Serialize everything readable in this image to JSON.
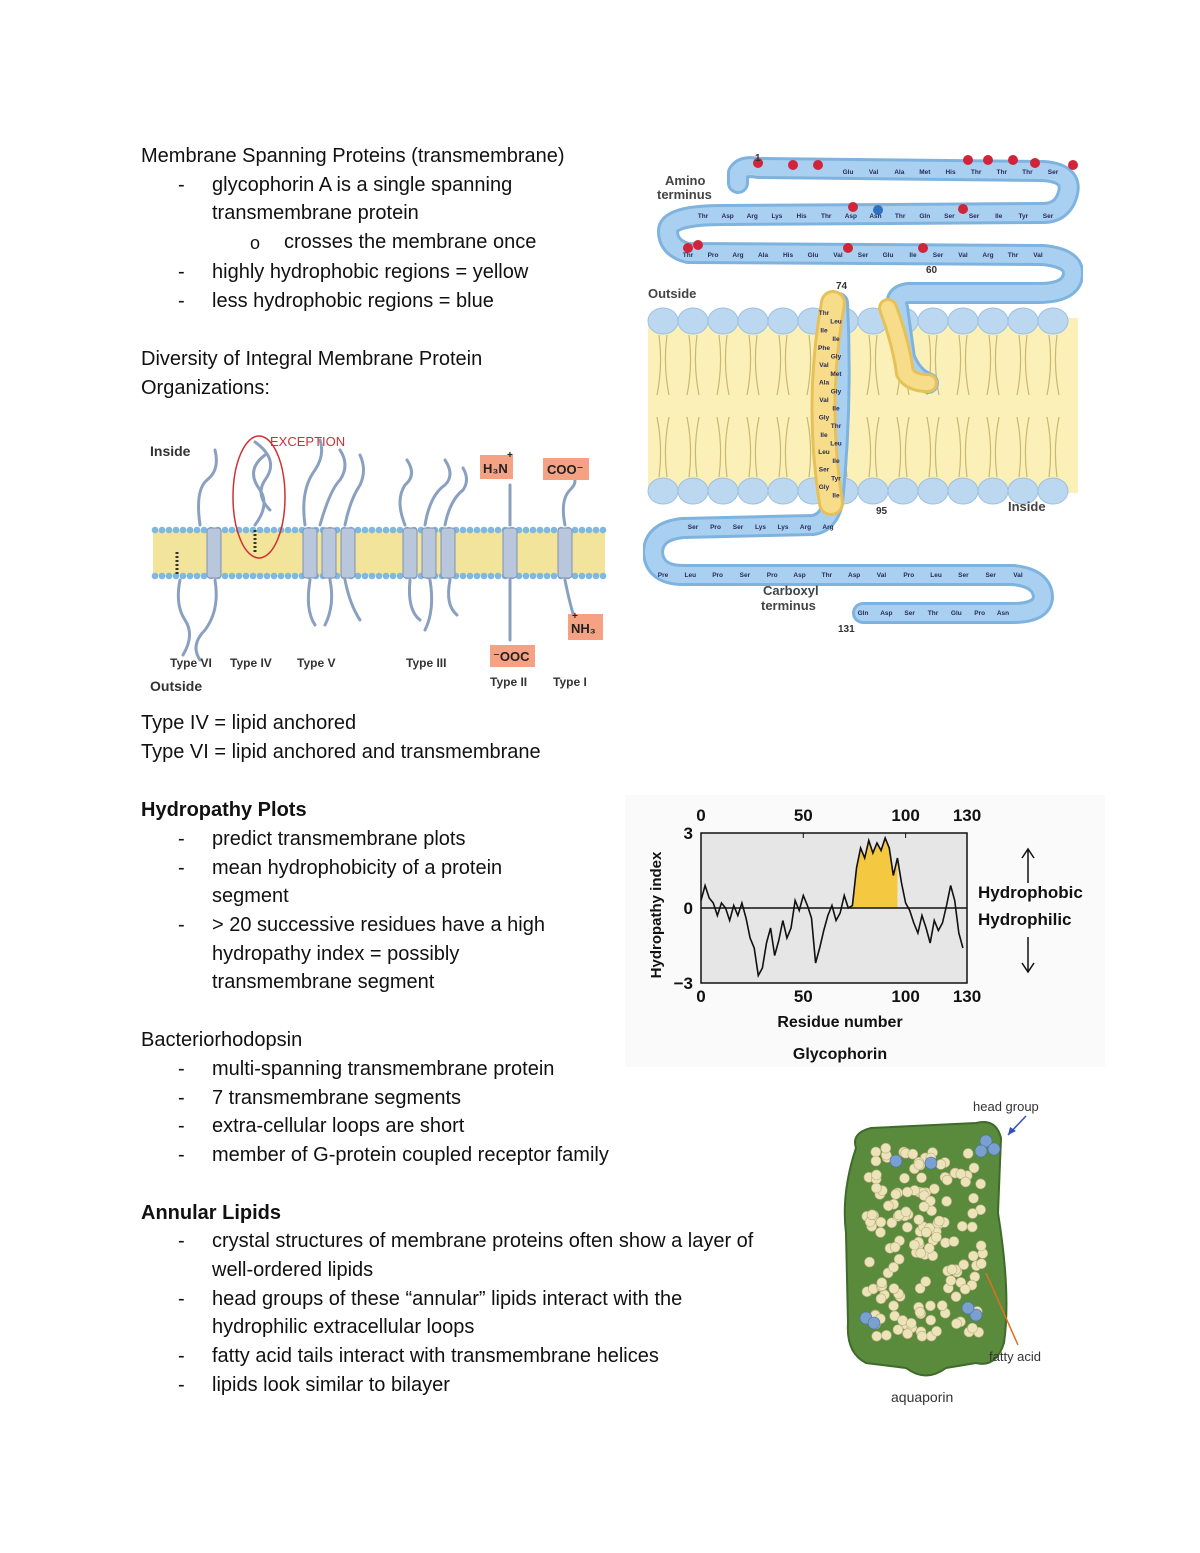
{
  "sections": {
    "membrane_spanning": {
      "heading": "Membrane Spanning Proteins (transmembrane)",
      "bullets": [
        "glycophorin A is a single spanning",
        "transmembrane protein",
        "highly hydrophobic regions = yellow",
        "less hydrophobic regions = blue"
      ],
      "sub_bullet": "crosses the membrane once",
      "sub_marker": "o"
    },
    "diversity": {
      "heading_line1": "Diversity of Integral Membrane Protein",
      "heading_line2": "Organizations:",
      "note1": "Type IV = lipid anchored",
      "note2": "Type VI = lipid anchored and transmembrane"
    },
    "hydropathy": {
      "heading": "Hydropathy Plots",
      "lines": [
        "predict transmembrane plots",
        "mean hydrophobicity of a protein",
        "segment",
        "> 20 successive residues have a high",
        "hydropathy index = possibly",
        "transmembrane segment"
      ]
    },
    "bacteriorhodopsin": {
      "heading": "Bacteriorhodopsin",
      "lines": [
        "multi-spanning transmembrane protein",
        "7 transmembrane segments",
        "extra-cellular loops are short",
        "member of G-protein coupled receptor family"
      ]
    },
    "annular": {
      "heading": "Annular Lipids",
      "lines": [
        "crystal structures of membrane proteins often show a layer of",
        "well-ordered lipids",
        "head groups of these “annular” lipids interact with the",
        "hydrophilic extracellular loops",
        "fatty acid tails interact with transmembrane helices",
        "lipids look similar to bilayer"
      ]
    },
    "dash": "-"
  },
  "glycophorin_fig": {
    "amino": "Amino",
    "terminus": "terminus",
    "outside": "Outside",
    "inside": "Inside",
    "carboxyl": "Carboxyl",
    "carboxyl_terminus": "terminus",
    "n1": "1",
    "n60": "60",
    "n74": "74",
    "n95": "95",
    "n131": "131",
    "top_row": [
      "Glu",
      "Val",
      "Ala",
      "Met",
      "His",
      "Thr",
      "Thr",
      "Thr",
      "Ser"
    ],
    "row2": [
      "Thr",
      "Asp",
      "Arg",
      "Lys",
      "His",
      "Thr",
      "Asp",
      "Asn",
      "Thr",
      "Gln",
      "Ser",
      "Ser",
      "Ile",
      "Tyr",
      "Ser"
    ],
    "row3": [
      "Thr",
      "Pro",
      "Arg",
      "Ala",
      "His",
      "Glu",
      "Val",
      "Ser",
      "Glu",
      "Ile",
      "Ser",
      "Val",
      "Arg",
      "Thr",
      "Val"
    ],
    "helix_left": [
      "Thr",
      "Leu",
      "Ile",
      "Ile",
      "Phe",
      "Gly",
      "Val",
      "Met",
      "Ala",
      "Gly",
      "Val",
      "Ile",
      "Gly",
      "Thr",
      "Ile",
      "Leu",
      "Leu",
      "Ile",
      "Ser",
      "Tyr",
      "Gly",
      "Ile"
    ],
    "bottom_row1": [
      "Ser",
      "Pro",
      "Ser",
      "Lys",
      "Lys",
      "Arg",
      "Arg"
    ],
    "bottom_row2": [
      "Pre",
      "Leu",
      "Pro",
      "Ser",
      "Pro",
      "Asp",
      "Thr",
      "Asp",
      "Val",
      "Pro",
      "Leu",
      "Ser",
      "Ser",
      "Val"
    ],
    "bottom_row3": [
      "Gln",
      "Asp",
      "Ser",
      "Thr",
      "Glu",
      "Pro",
      "Asn"
    ]
  },
  "types_fig": {
    "inside": "Inside",
    "outside": "Outside",
    "exception": "EXCEPTION",
    "h3n": "H₃N",
    "h3n_plus": "+",
    "coo": "COO⁻",
    "ooc": "⁻OOC",
    "nh3": "NH₃",
    "nh3_plus": "+",
    "labels": [
      "Type VI",
      "Type IV",
      "Type V",
      "Type III",
      "Type II",
      "Type I"
    ]
  },
  "chart_data": {
    "type": "area",
    "title": "Glycophorin",
    "xlabel": "Residue number",
    "ylabel": "Hydropathy index",
    "xlim": [
      0,
      130
    ],
    "ylim": [
      -3,
      3
    ],
    "xticks": [
      0,
      50,
      100,
      130
    ],
    "yticks": [
      3,
      0,
      -3
    ],
    "tick_labels_y": [
      "3",
      "0",
      "−3"
    ],
    "right_labels": [
      "Hydrophobic",
      "Hydrophilic"
    ],
    "highlight_color": "#f5c842",
    "x": [
      0,
      2,
      4,
      6,
      8,
      10,
      12,
      14,
      16,
      18,
      20,
      22,
      24,
      26,
      28,
      30,
      32,
      34,
      36,
      38,
      40,
      42,
      44,
      46,
      48,
      50,
      52,
      54,
      56,
      58,
      60,
      62,
      64,
      66,
      68,
      70,
      72,
      74,
      76,
      78,
      80,
      82,
      84,
      86,
      88,
      90,
      92,
      94,
      96,
      98,
      100,
      102,
      104,
      106,
      108,
      110,
      112,
      114,
      116,
      118,
      120,
      122,
      124,
      126,
      128
    ],
    "y": [
      0.3,
      0.9,
      0.4,
      0.2,
      -0.3,
      0.2,
      0.0,
      -0.5,
      0.1,
      -0.3,
      0.2,
      -0.4,
      -1.2,
      -1.6,
      -2.7,
      -2.4,
      -1.4,
      -0.8,
      -1.9,
      -1.3,
      -0.5,
      -1.2,
      -0.8,
      0.3,
      -0.1,
      0.5,
      0.1,
      -0.4,
      -2.2,
      -1.6,
      -0.9,
      -0.3,
      0.1,
      -0.5,
      -0.2,
      0.5,
      0.0,
      0.1,
      1.6,
      2.4,
      2.0,
      2.7,
      2.2,
      2.6,
      2.3,
      2.8,
      2.4,
      1.3,
      2.0,
      1.0,
      0.2,
      -0.1,
      -0.6,
      -1.0,
      -0.3,
      -0.8,
      -1.4,
      -0.5,
      -0.9,
      -0.6,
      0.1,
      0.9,
      0.3,
      -1.0,
      -1.6
    ],
    "highlight_range": [
      73,
      96
    ]
  },
  "aquaporin_fig": {
    "head_group": "head group",
    "fatty_acid": "fatty acid",
    "caption": "aquaporin"
  }
}
